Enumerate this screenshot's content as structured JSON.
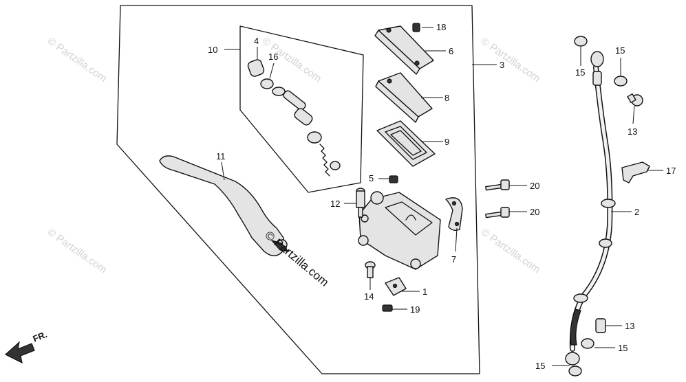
{
  "watermark": "© Partzilla.com",
  "center_watermark": "© Partzilla.com",
  "direction_label": "FR.",
  "parts": [
    {
      "label": "1"
    },
    {
      "label": "2"
    },
    {
      "label": "3"
    },
    {
      "label": "4"
    },
    {
      "label": "5"
    },
    {
      "label": "6"
    },
    {
      "label": "7"
    },
    {
      "label": "8"
    },
    {
      "label": "9"
    },
    {
      "label": "10"
    },
    {
      "label": "11"
    },
    {
      "label": "12"
    },
    {
      "label": "13"
    },
    {
      "label": "13"
    },
    {
      "label": "14"
    },
    {
      "label": "15"
    },
    {
      "label": "15"
    },
    {
      "label": "15"
    },
    {
      "label": "15"
    },
    {
      "label": "16"
    },
    {
      "label": "17"
    },
    {
      "label": "18"
    },
    {
      "label": "19"
    },
    {
      "label": "20"
    },
    {
      "label": "20"
    }
  ]
}
